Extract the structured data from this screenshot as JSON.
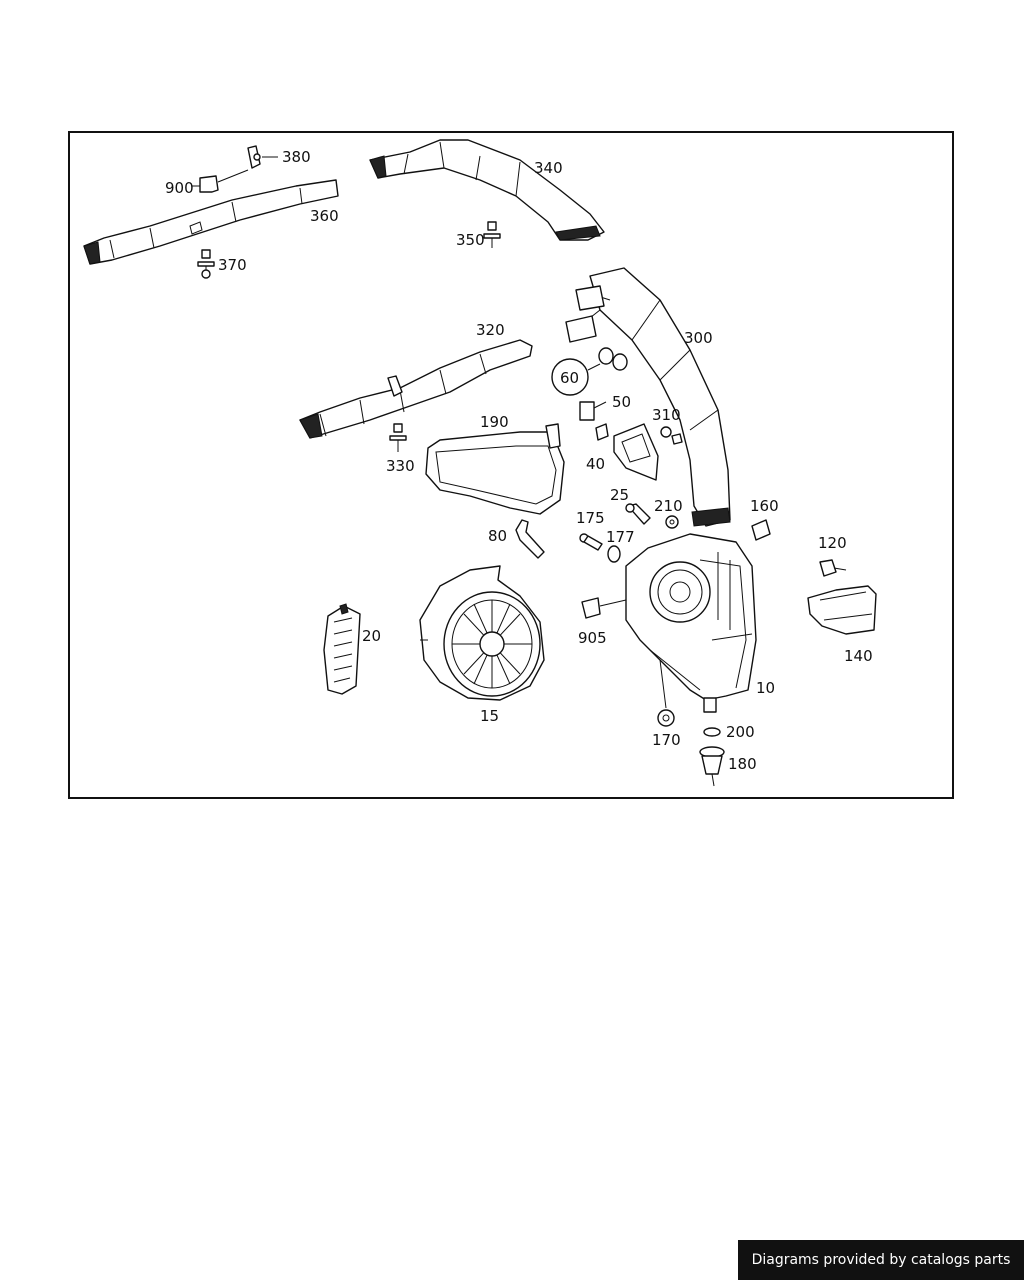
{
  "callouts": {
    "c10": "10",
    "c15": "15",
    "c20": "20",
    "c25": "25",
    "c40": "40",
    "c50": "50",
    "c60": "60",
    "c80": "80",
    "c120": "120",
    "c140": "140",
    "c160": "160",
    "c170": "170",
    "c175": "175",
    "c177": "177",
    "c180": "180",
    "c190": "190",
    "c200": "200",
    "c210": "210",
    "c300": "300",
    "c310": "310",
    "c320": "320",
    "c330": "330",
    "c340": "340",
    "c350": "350",
    "c360": "360",
    "c370": "370",
    "c380": "380",
    "c900": "900",
    "c905": "905"
  },
  "credit": "Diagrams provided by catalogs parts",
  "colors": {
    "line": "#111111",
    "background": "#ffffff",
    "badge": "#111111"
  }
}
